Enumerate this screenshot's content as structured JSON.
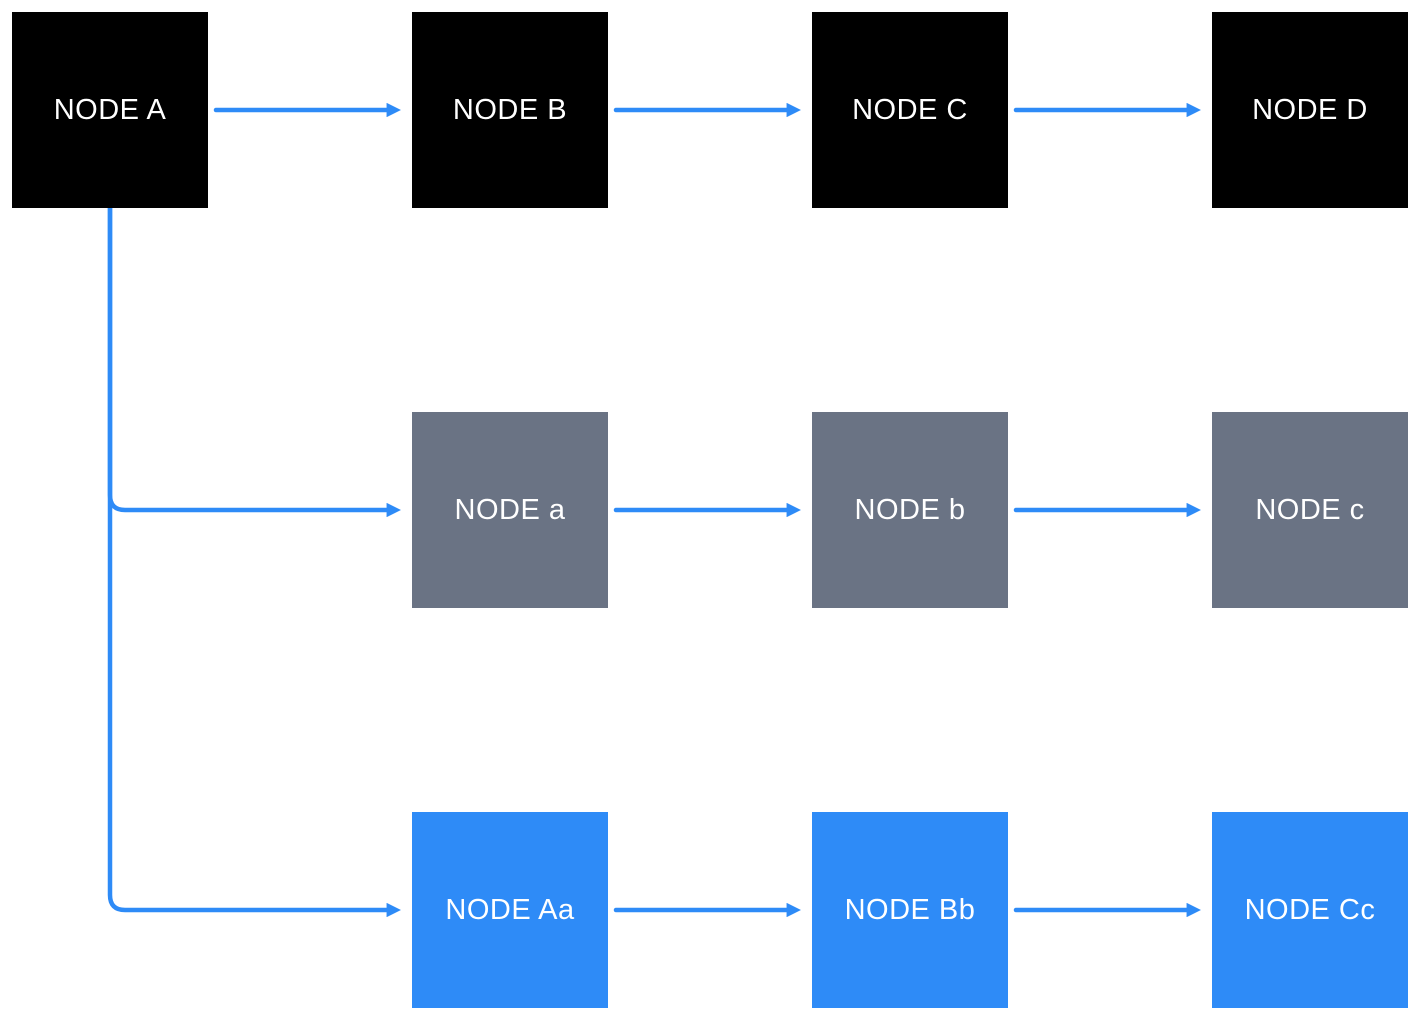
{
  "canvas": {
    "background": "#ffffff"
  },
  "colors": {
    "node_black": "#000000",
    "node_gray": "#6A7384",
    "node_blue": "#2E8BF7",
    "arrow": "#2E8BF7",
    "node_text": "#ffffff"
  },
  "nodes": [
    {
      "id": "A",
      "label": "NODE A",
      "variant": "black"
    },
    {
      "id": "B",
      "label": "NODE B",
      "variant": "black"
    },
    {
      "id": "C",
      "label": "NODE C",
      "variant": "black"
    },
    {
      "id": "D",
      "label": "NODE D",
      "variant": "black"
    },
    {
      "id": "a",
      "label": "NODE a",
      "variant": "gray"
    },
    {
      "id": "b",
      "label": "NODE b",
      "variant": "gray"
    },
    {
      "id": "c",
      "label": "NODE c",
      "variant": "gray"
    },
    {
      "id": "Aa",
      "label": "NODE Aa",
      "variant": "blue"
    },
    {
      "id": "Bb",
      "label": "NODE Bb",
      "variant": "blue"
    },
    {
      "id": "Cc",
      "label": "NODE Cc",
      "variant": "blue"
    }
  ],
  "edges": [
    {
      "from": "NODE A",
      "to": "NODE B"
    },
    {
      "from": "NODE B",
      "to": "NODE C"
    },
    {
      "from": "NODE C",
      "to": "NODE D"
    },
    {
      "from": "NODE A",
      "to": "NODE a"
    },
    {
      "from": "NODE a",
      "to": "NODE b"
    },
    {
      "from": "NODE b",
      "to": "NODE c"
    },
    {
      "from": "NODE A",
      "to": "NODE Aa"
    },
    {
      "from": "NODE Aa",
      "to": "NODE Bb"
    },
    {
      "from": "NODE Bb",
      "to": "NODE Cc"
    }
  ]
}
